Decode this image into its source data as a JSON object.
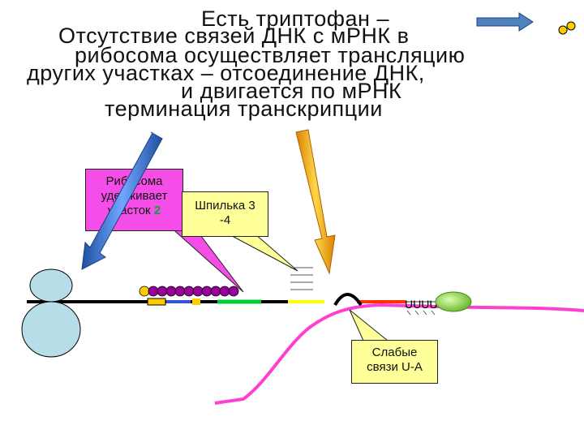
{
  "title_lines": [
    "Есть триптофан –",
    "Отсутствие связей ДНК с мРНК в",
    "рибосома осуществляет трансляцию",
    "других участках – отсоединение ДНК,",
    "и двигается по мРНК",
    "терминация транскрипции"
  ],
  "callouts": {
    "ribosome_holds": {
      "line1": "Рибосома",
      "line2": "удерживает",
      "line3_prefix": "участок ",
      "line3_number": "2"
    },
    "hairpin": {
      "line1": "Шпилька 3",
      "line2": "-4"
    },
    "weak_bonds": {
      "line1": "Слабые",
      "line2": "связи U-A"
    }
  },
  "mrna_label": "UUUU",
  "colors": {
    "pink_callout": "#f54ee8",
    "yellow_callout": "#ffff99",
    "blue_arrow": "#4f81bd",
    "yellow_arrow": "#ffc000",
    "mrna": "#ff3fd0",
    "ribosome": "#b7dde8",
    "beads_purple": "#990099",
    "beads_yellow": "#ffcc00",
    "polymerase": "#92d050",
    "segment_blue": "#3355dd",
    "segment_green": "#00cc33",
    "segment_yellow": "#ffff00",
    "segment_red": "#ff3300",
    "dna_black": "#000000"
  }
}
